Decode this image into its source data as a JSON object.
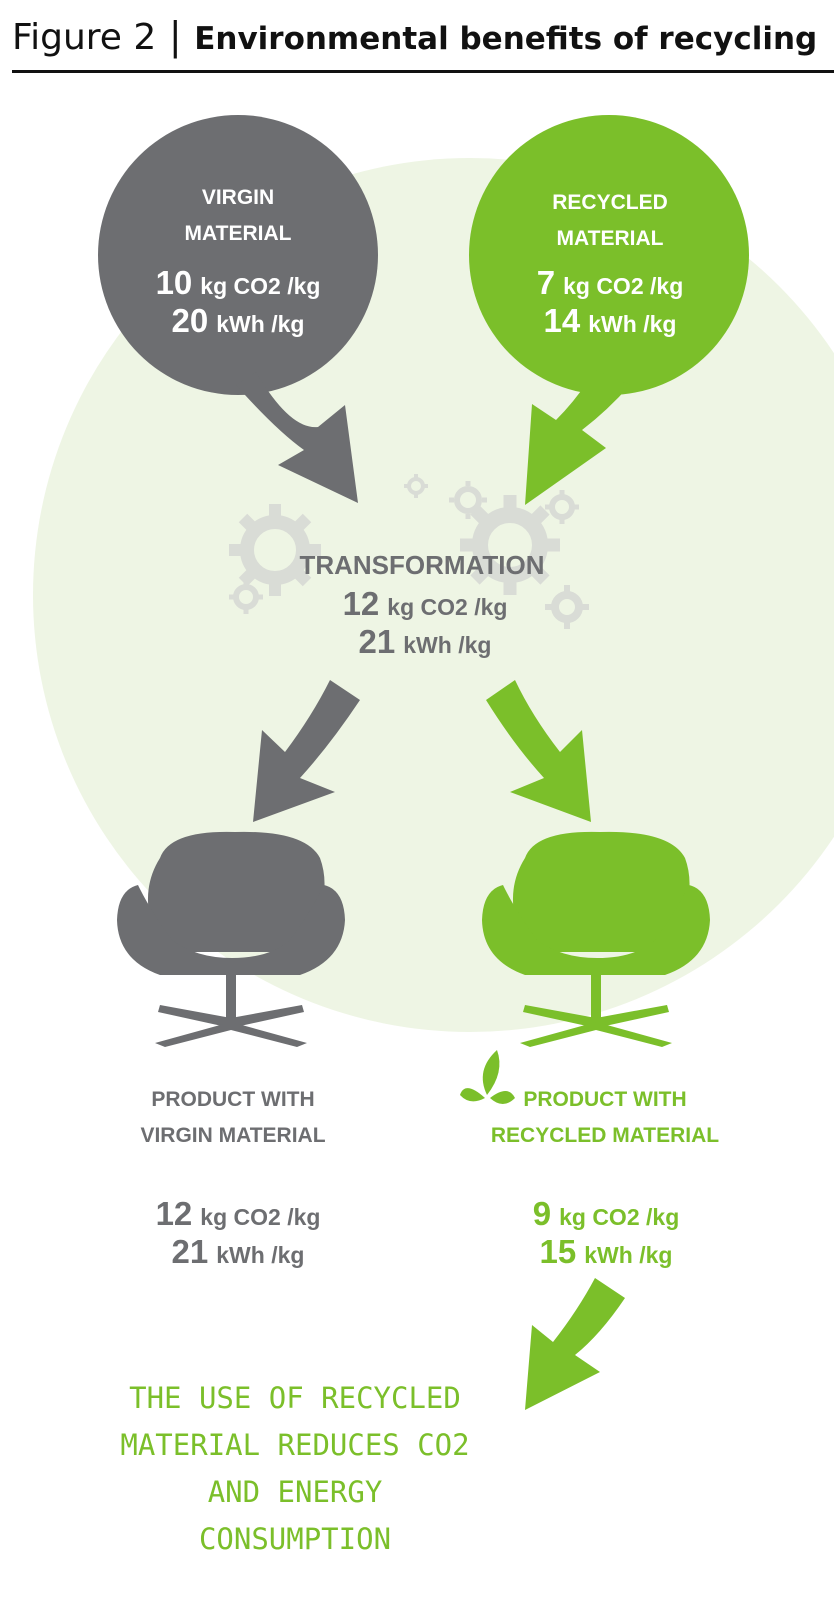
{
  "header": {
    "figure_label": "Figure 2",
    "separator": "|",
    "title": "Environmental benefits of recycling"
  },
  "virgin_material": {
    "line1": "VIRGIN",
    "line2": "MATERIAL",
    "co2_value": "10",
    "co2_unit": "kg CO2 /kg",
    "energy_value": "20",
    "energy_unit": "kWh /kg"
  },
  "recycled_material": {
    "line1": "RECYCLED",
    "line2": "MATERIAL",
    "co2_value": "7",
    "co2_unit": "kg CO2 /kg",
    "energy_value": "14",
    "energy_unit": "kWh /kg"
  },
  "transformation": {
    "label": "TRANSFORMATION",
    "co2_value": "12",
    "co2_unit": "kg CO2 /kg",
    "energy_value": "21",
    "energy_unit": "kWh /kg"
  },
  "product_virgin": {
    "line1": "PRODUCT WITH",
    "line2": "VIRGIN MATERIAL",
    "co2_value": "12",
    "co2_unit": "kg CO2 /kg",
    "energy_value": "21",
    "energy_unit": "kWh /kg"
  },
  "product_recycled": {
    "line1": "PRODUCT WITH",
    "line2": "RECYCLED MATERIAL",
    "co2_value": "9",
    "co2_unit": "kg CO2 /kg",
    "energy_value": "15",
    "energy_unit": "kWh /kg"
  },
  "conclusion": {
    "line1": "THE USE OF RECYCLED",
    "line2": "MATERIAL REDUCES CO2",
    "line3": "AND ENERGY",
    "line4": "CONSUMPTION"
  },
  "colors": {
    "grey": "#6d6e71",
    "green": "#7bbf2a",
    "light_green_bg": "#eef5e4",
    "gear": "#d9dcd6"
  },
  "icons": [
    "gear-icon",
    "chair-icon",
    "leaf-icon",
    "arrow-icon"
  ]
}
